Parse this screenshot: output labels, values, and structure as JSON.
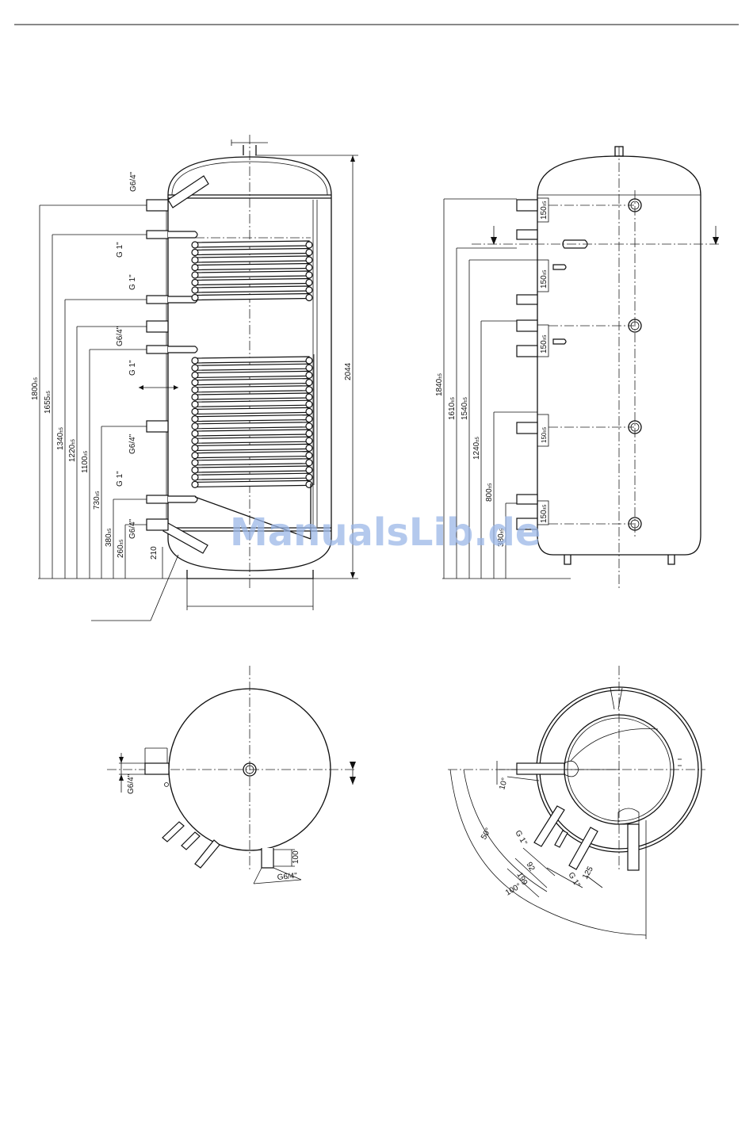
{
  "views": {
    "side_a": {
      "total_height": "2044",
      "left_dims": [
        {
          "value": "1800",
          "tol": "±5"
        },
        {
          "value": "1655",
          "tol": "±5"
        },
        {
          "value": "1340",
          "tol": "±5"
        },
        {
          "value": "1220",
          "tol": "±5"
        },
        {
          "value": "1100",
          "tol": "±5"
        },
        {
          "value": "730",
          "tol": "±5"
        },
        {
          "value": "380",
          "tol": "±5"
        },
        {
          "value": "260",
          "tol": "±5"
        },
        {
          "value": "210",
          "tol": ""
        }
      ],
      "connections": [
        "G6/4\"",
        "G 1\"",
        "G 1\"",
        "G6/4\"",
        "G 1\"",
        "G6/4\"",
        "G 1\"",
        "G6/4\""
      ]
    },
    "side_b": {
      "left_dims": [
        {
          "value": "1840",
          "tol": "±5"
        },
        {
          "value": "1610",
          "tol": "±5"
        },
        {
          "value": "1540",
          "tol": "±5"
        },
        {
          "value": "1240",
          "tol": "±5"
        },
        {
          "value": "800",
          "tol": "±5"
        },
        {
          "value": "380",
          "tol": "±5"
        }
      ],
      "spacings": [
        {
          "value": "150",
          "tol": "±5"
        },
        {
          "value": "150",
          "tol": "±5"
        },
        {
          "value": "150",
          "tol": "±5"
        },
        {
          "value": "150",
          "tol": "±5"
        },
        {
          "value": "150",
          "tol": "±5"
        }
      ]
    },
    "top_a": {
      "labels": [
        "G6/4\"",
        "100",
        "G6/4\""
      ]
    },
    "top_b": {
      "angles": [
        "10°",
        "50°",
        "100°"
      ],
      "dims": [
        "G 1\"",
        "92",
        "199",
        "G 1\"",
        "125"
      ]
    }
  },
  "watermark": "ManualsLib.de"
}
